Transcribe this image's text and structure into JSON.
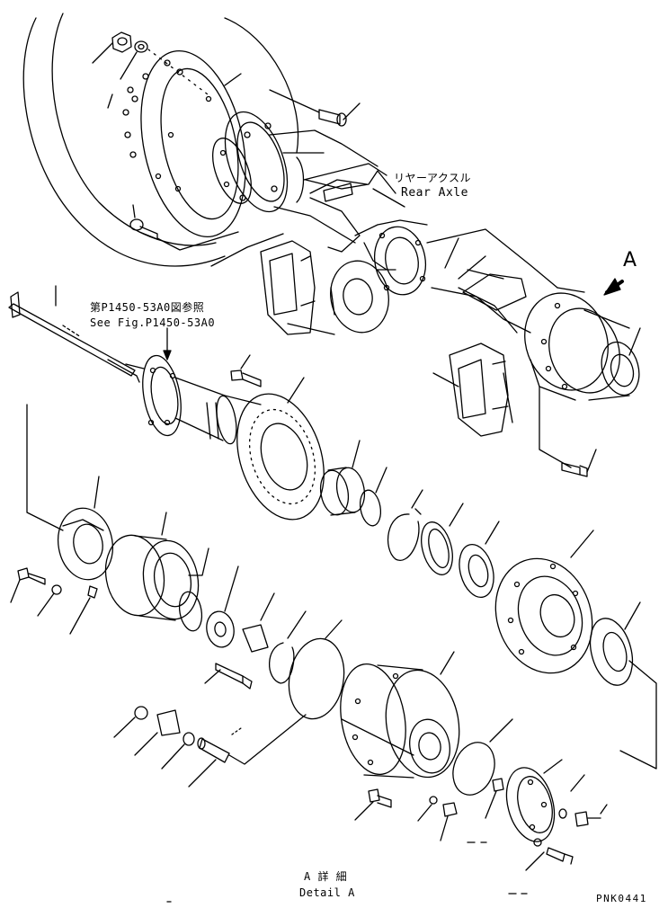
{
  "labels": {
    "rear_axle_jp": "リヤーアクスル",
    "rear_axle_en": "Rear Axle",
    "view_arrow_letter": "A",
    "ref_jp": "第P1450-53A0図参照",
    "ref_en": "See Fig.P1450-53A0",
    "detail_jp": "A 詳 細",
    "detail_en": "Detail A",
    "drawing_code": "PNK0441"
  }
}
